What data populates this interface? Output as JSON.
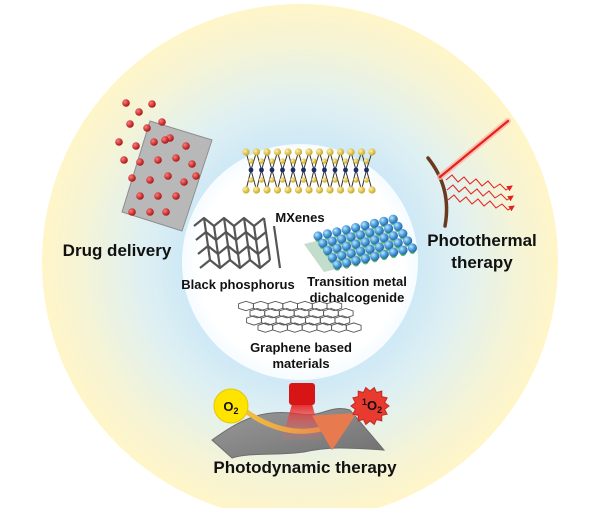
{
  "center_materials": {
    "mxenes": "MXenes",
    "black_phosphorus": "Black phosphorus",
    "tmd_line1": "Transition metal",
    "tmd_line2": "dichalcogenide",
    "graphene_line1": "Graphene based",
    "graphene_line2": "materials"
  },
  "applications": {
    "drug_delivery": "Drug delivery",
    "photothermal_line1": "Photothermal",
    "photothermal_line2": "therapy",
    "photodynamic": "Photodynamic therapy"
  },
  "pdt": {
    "oxygen_main": "O",
    "oxygen_sub": "2",
    "singlet_sup": "1",
    "singlet_main": "O",
    "singlet_sub": "2"
  },
  "colors": {
    "ring_outer": "#fff3c4",
    "ring_inner": "#d8eef8",
    "center_fill": "#ffffff",
    "drug_particle": "#cc1f1f",
    "oxygen_yellow": "#ffe400",
    "singlet_red": "#e83a2e",
    "laser": "#e3221b",
    "mxene_atom": "#e6c640",
    "tmd_atom": "#5da8d8",
    "tmd_green": "#5bbd6a"
  }
}
